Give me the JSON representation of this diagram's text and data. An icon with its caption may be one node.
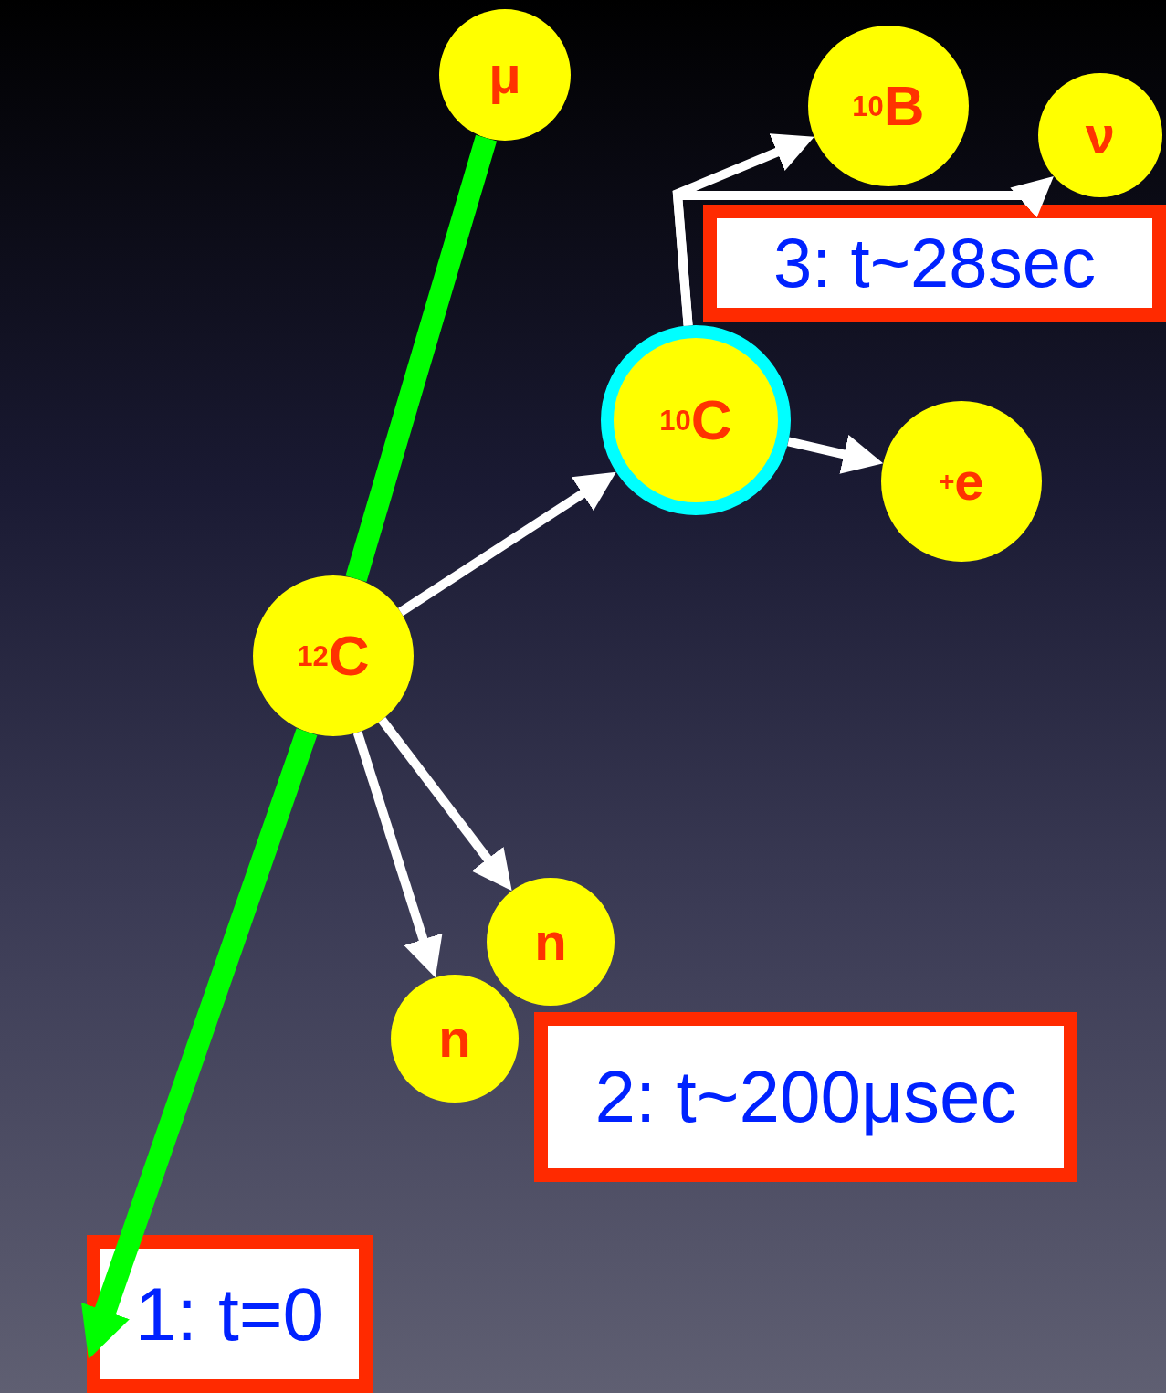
{
  "diagram": {
    "nodes": [
      {
        "text": [
          "μ"
        ]
      },
      {
        "text": [
          "$^{12}$C"
        ]
      },
      {
        "text": [
          "$^{10}$C"
        ]
      },
      {
        "text": [
          "$^{10}$B"
        ]
      },
      {
        "text": [
          "ν"
        ]
      },
      {
        "text": [
          "$^{+}$e"
        ]
      },
      {
        "text": [
          "n"
        ]
      },
      {
        "text": [
          "n"
        ]
      },
      {
        "text": [
          "3: t~28sec"
        ]
      },
      {
        "text": [
          "2: t~200μsec"
        ]
      },
      {
        "text": [
          "1: t=0"
        ]
      }
    ],
    "edges": [
      {
        "from": 0,
        "to": 1,
        "arrow": "none",
        "style": "thick",
        "color": "#00ff00"
      },
      {
        "from": 1,
        "to": 10,
        "arrow": "to",
        "style": "thick",
        "color": "#00ff00"
      },
      {
        "from": 1,
        "to": 2,
        "arrow": "to"
      },
      {
        "from": 2,
        "to": 3,
        "arrow": "to"
      },
      {
        "from": 2,
        "to": 4,
        "arrow": "to"
      },
      {
        "from": 2,
        "to": 5,
        "arrow": "to"
      },
      {
        "from": 1,
        "to": 6,
        "arrow": "to"
      },
      {
        "from": 1,
        "to": 7,
        "arrow": "to"
      }
    ]
  }
}
